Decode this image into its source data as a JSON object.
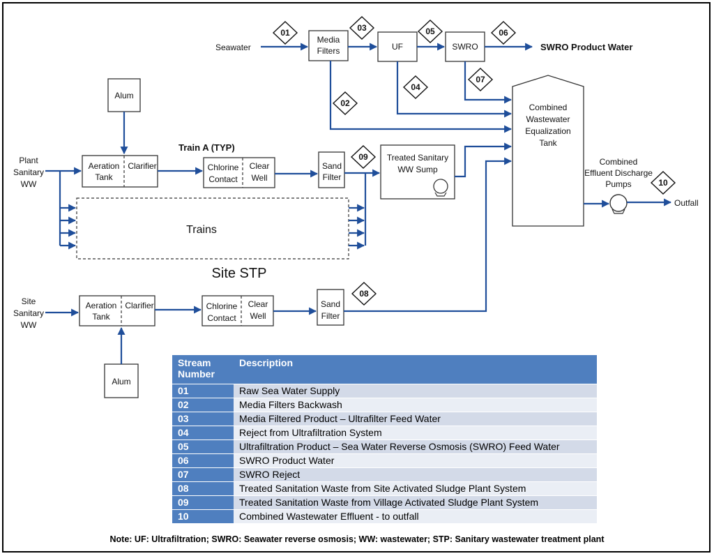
{
  "sources": {
    "seawater": "Seawater",
    "plant_ww": [
      "Plant",
      "Sanitary",
      "WW"
    ],
    "site_ww": [
      "Site",
      "Sanitary",
      "WW"
    ]
  },
  "units": {
    "media_filters": [
      "Media",
      "Filters"
    ],
    "uf": "UF",
    "swro": "SWRO",
    "alum": "Alum",
    "aeration": [
      "Aeration",
      "Tank"
    ],
    "clarifier": "Clarifier",
    "chlorine": [
      "Chlorine",
      "Contact"
    ],
    "clear_well": [
      "Clear",
      "Well"
    ],
    "sand_filter": [
      "Sand",
      "Filter"
    ],
    "sump": [
      "Treated Sanitary",
      "WW Sump"
    ],
    "tank": [
      "Combined",
      "Wastewater",
      "Equalization",
      "Tank"
    ],
    "pumps": [
      "Combined",
      "Effluent Discharge",
      "Pumps"
    ]
  },
  "outputs": {
    "swro_product": "SWRO Product Water",
    "outfall": "Outfall"
  },
  "labels": {
    "train_a": "Train A (TYP)",
    "trains": "Trains",
    "site_stp": "Site STP"
  },
  "stream_tags": [
    "01",
    "02",
    "03",
    "04",
    "05",
    "06",
    "07",
    "08",
    "09",
    "10"
  ],
  "legend": {
    "header_number": [
      "Stream",
      "Number"
    ],
    "header_desc": "Description",
    "rows": [
      {
        "num": "01",
        "desc": "Raw Sea Water Supply"
      },
      {
        "num": "02",
        "desc": "Media Filters Backwash"
      },
      {
        "num": "03",
        "desc": "Media Filtered Product – Ultrafilter Feed Water"
      },
      {
        "num": "04",
        "desc": "Reject from Ultrafiltration System"
      },
      {
        "num": "05",
        "desc": "Ultrafiltration Product – Sea Water Reverse Osmosis (SWRO) Feed Water"
      },
      {
        "num": "06",
        "desc": "SWRO Product Water"
      },
      {
        "num": "07",
        "desc": "SWRO Reject"
      },
      {
        "num": "08",
        "desc": "Treated Sanitation Waste from Site Activated Sludge Plant System"
      },
      {
        "num": "09",
        "desc": "Treated Sanitation Waste from Village Activated Sludge Plant System"
      },
      {
        "num": "10",
        "desc": "Combined Wastewater Effluent - to outfall"
      }
    ]
  },
  "note": "Note: UF: Ultrafiltration; SWRO: Seawater reverse osmosis; WW: wastewater; STP: Sanitary wastewater treatment plant",
  "colors": {
    "flow_line": "#1f4e9a",
    "legend_header": "#4f7fbf"
  }
}
